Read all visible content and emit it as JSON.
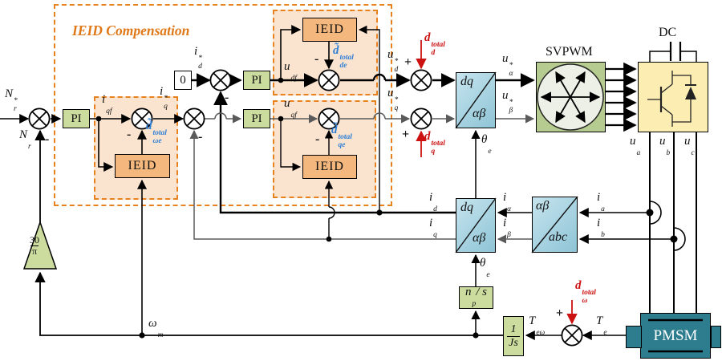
{
  "title": "IEID Compensation",
  "signs": {
    "plus": "+",
    "minus": "-"
  },
  "colors": {
    "dashed_box": "#e8821e",
    "estimate_blue": "#2f7fd6",
    "disturbance_red": "#cc1111",
    "block_green": "#cbdc9e",
    "block_orange": "#f4b77d",
    "transform_blue": "#9fd0df",
    "inverter_yellow": "#fcedb2",
    "motor_teal": "#2d7d8f"
  },
  "blocks": {
    "pi": "PI",
    "ieid": "IEID",
    "zero": "0",
    "svpwm": "SVPWM",
    "dc": "DC",
    "pmsm": "PMSM",
    "dq": "dq",
    "alphabeta": "αβ",
    "abc": "abc",
    "np_s": {
      "main": "n",
      "sub": "p",
      "post": " / s"
    },
    "one_over_js": {
      "num": "1",
      "den": "Js"
    },
    "gain_30_pi": {
      "num": "30",
      "den": "π"
    }
  },
  "signals": {
    "n_r_ref": {
      "main": "N",
      "sup": "*",
      "sub": "r"
    },
    "n_r": {
      "main": "N",
      "sub": "r"
    },
    "i_qf": {
      "main": "i",
      "sub": "qf"
    },
    "i_q_ref": {
      "main": "i",
      "sup": "*",
      "sub": "q"
    },
    "i_d_ref": {
      "main": "i",
      "sup": "*",
      "sub": "d"
    },
    "u_df": {
      "main": "u",
      "sub": "df"
    },
    "u_qf": {
      "main": "u",
      "sub": "qf"
    },
    "u_d_ref": {
      "main": "u",
      "sup": "*",
      "sub": "d"
    },
    "u_q_ref": {
      "main": "u",
      "sup": "*",
      "sub": "q"
    },
    "u_alpha_ref": {
      "main": "u",
      "sup": "*",
      "sub": "α"
    },
    "u_beta_ref": {
      "main": "u",
      "sup": "*",
      "sub": "β"
    },
    "d_tilde_we": {
      "main": "d̃",
      "sup": "total",
      "sub": "ωe"
    },
    "d_tilde_de": {
      "main": "d̃",
      "sup": "total",
      "sub": "de"
    },
    "d_tilde_qe": {
      "main": "d̃",
      "sup": "total",
      "sub": "qe"
    },
    "d_d_total": {
      "main": "d",
      "sup": "total",
      "sub": "d"
    },
    "d_q_total": {
      "main": "d",
      "sup": "total",
      "sub": "q"
    },
    "d_w_total": {
      "main": "d",
      "sup": "total",
      "sub": "ω"
    },
    "i_d": {
      "main": "i",
      "sub": "d"
    },
    "i_q": {
      "main": "i",
      "sub": "q"
    },
    "i_alpha": {
      "main": "i",
      "sub": "α"
    },
    "i_beta": {
      "main": "i",
      "sub": "β"
    },
    "i_a": {
      "main": "i",
      "sub": "a"
    },
    "i_b": {
      "main": "i",
      "sub": "b"
    },
    "u_a": {
      "main": "u",
      "sub": "a"
    },
    "u_b": {
      "main": "u",
      "sub": "b"
    },
    "u_c": {
      "main": "u",
      "sub": "c"
    },
    "theta_e": {
      "main": "θ",
      "sub": "e"
    },
    "omega_m": {
      "main": "ω",
      "sub": "m"
    },
    "t_e": {
      "main": "T",
      "sub": "e"
    },
    "t_ew": {
      "main": "T",
      "sub": "eω"
    }
  }
}
